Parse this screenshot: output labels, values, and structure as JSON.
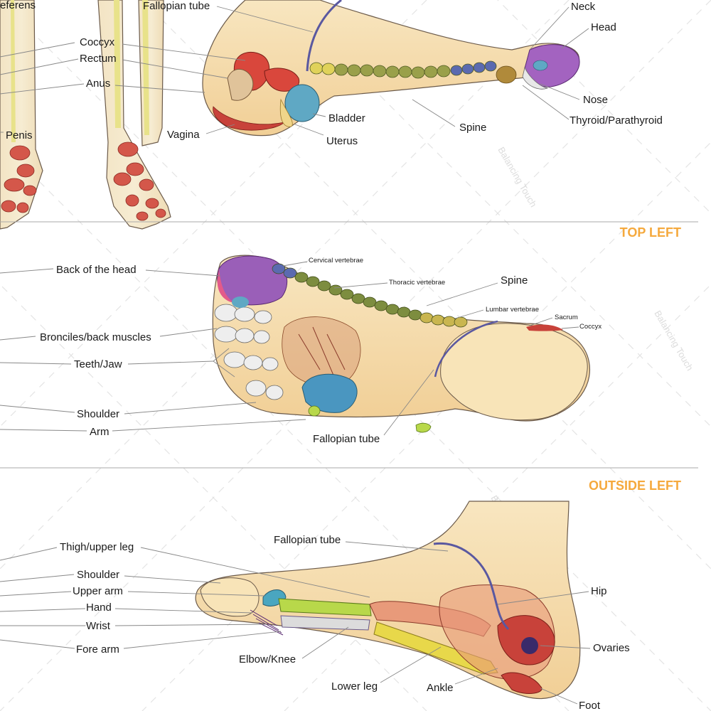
{
  "sections": {
    "top_left": "TOP LEFT",
    "outside_left": "OUTSIDE LEFT"
  },
  "colors": {
    "header": "#f5a93d",
    "skin": "#f6deb0",
    "spine": "#7d8d3f",
    "bone": "#eeeeee",
    "head": "#9a5fb8",
    "bladder": "#5fa8c4",
    "tube": "#5a58a0",
    "organ": "#c8423a",
    "green": "#b8d84a"
  },
  "watermark": "Balancing Touch",
  "labels": {
    "panel1": {
      "vas_deferens": "eferens",
      "fallopian_tube": "Fallopian tube",
      "neck": "Neck",
      "head": "Head",
      "coccyx": "Coccyx",
      "rectum": "Rectum",
      "anus": "Anus",
      "nose": "Nose",
      "bladder": "Bladder",
      "thyroid": "Thyroid/Parathyroid",
      "spine": "Spine",
      "penis": "Penis",
      "vagina": "Vagina",
      "uterus": "Uterus"
    },
    "panel2": {
      "back_head": "Back of the head",
      "cervical": "Cervical vertebrae",
      "thoracic": "Thoracic vertebrae",
      "spine": "Spine",
      "lumbar": "Lumbar vertebrae",
      "sacrum": "Sacrum",
      "coccyx": "Coccyx",
      "bronciles": "Bronciles/back muscles",
      "teeth": "Teeth/Jaw",
      "shoulder": "Shoulder",
      "arm": "Arm",
      "fallopian_tube": "Fallopian tube"
    },
    "panel3": {
      "fallopian_tube": "Fallopian tube",
      "thigh": "Thigh/upper leg",
      "shoulder": "Shoulder",
      "upper_arm": "Upper arm",
      "hand": "Hand",
      "wrist": "Wrist",
      "fore_arm": "Fore arm",
      "hip": "Hip",
      "ovaries": "Ovaries",
      "elbow_knee": "Elbow/Knee",
      "lower_leg": "Lower leg",
      "ankle": "Ankle",
      "foot": "Foot"
    }
  }
}
